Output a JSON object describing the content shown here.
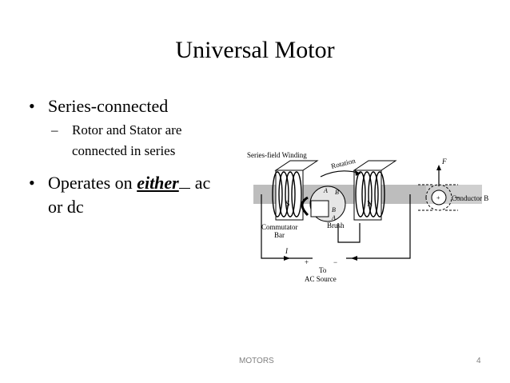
{
  "slide": {
    "title": "Universal Motor",
    "bullets": [
      {
        "text": "Series-connected"
      },
      {
        "text_before": "Operates on ",
        "emphasis": "either",
        "text_after": "ac",
        "line2": "or dc"
      }
    ],
    "sub_bullet": {
      "line1": "Rotor and Stator are",
      "line2": "connected in series"
    },
    "bullet_marker": "•",
    "sub_marker": "–"
  },
  "diagram": {
    "labels": {
      "series_field": "Series-field Winding",
      "rotation": "Rotation",
      "commutator": "Commutator",
      "bar": "Bar",
      "brush": "Brush",
      "to": "To",
      "ac_source": "AC Source",
      "s": "S",
      "n": "N",
      "a": "A",
      "b": "B",
      "b2": "B",
      "a2": "A",
      "i": "I",
      "plus": "+",
      "minus": "−",
      "f": "F",
      "conductor": "Conductor B",
      "circle_plus": "+"
    }
  },
  "footer": {
    "label": "MOTORS",
    "page": "4"
  }
}
